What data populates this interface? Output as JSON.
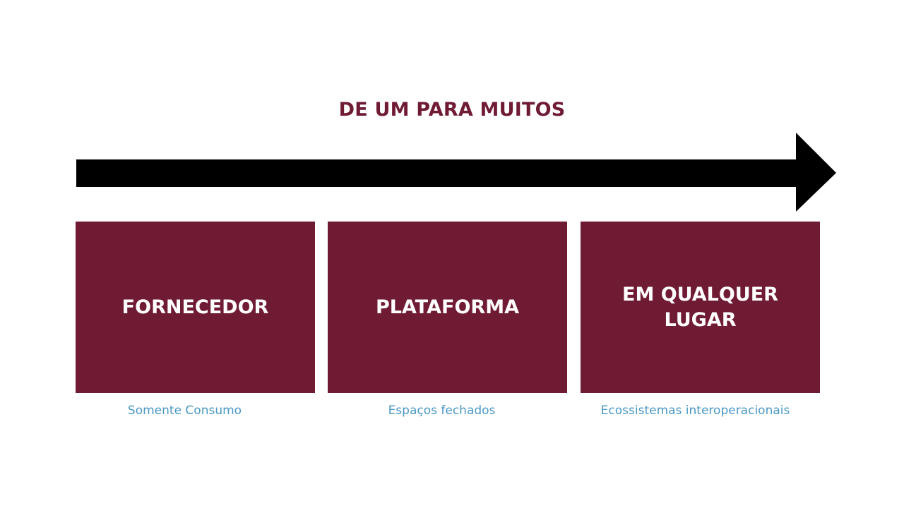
{
  "title": "DE UM PARA MUITOS",
  "colors": {
    "box": "#701b34",
    "title": "#701b34",
    "caption": "#4a98c4",
    "arrow": "#000000"
  },
  "stages": [
    {
      "label": "FORNECEDOR",
      "caption": "Somente Consumo"
    },
    {
      "label": "PLATAFORMA",
      "caption": "Espaços fechados"
    },
    {
      "label": "EM QUALQUER LUGAR",
      "caption": "Ecossistemas interoperacionais"
    }
  ]
}
